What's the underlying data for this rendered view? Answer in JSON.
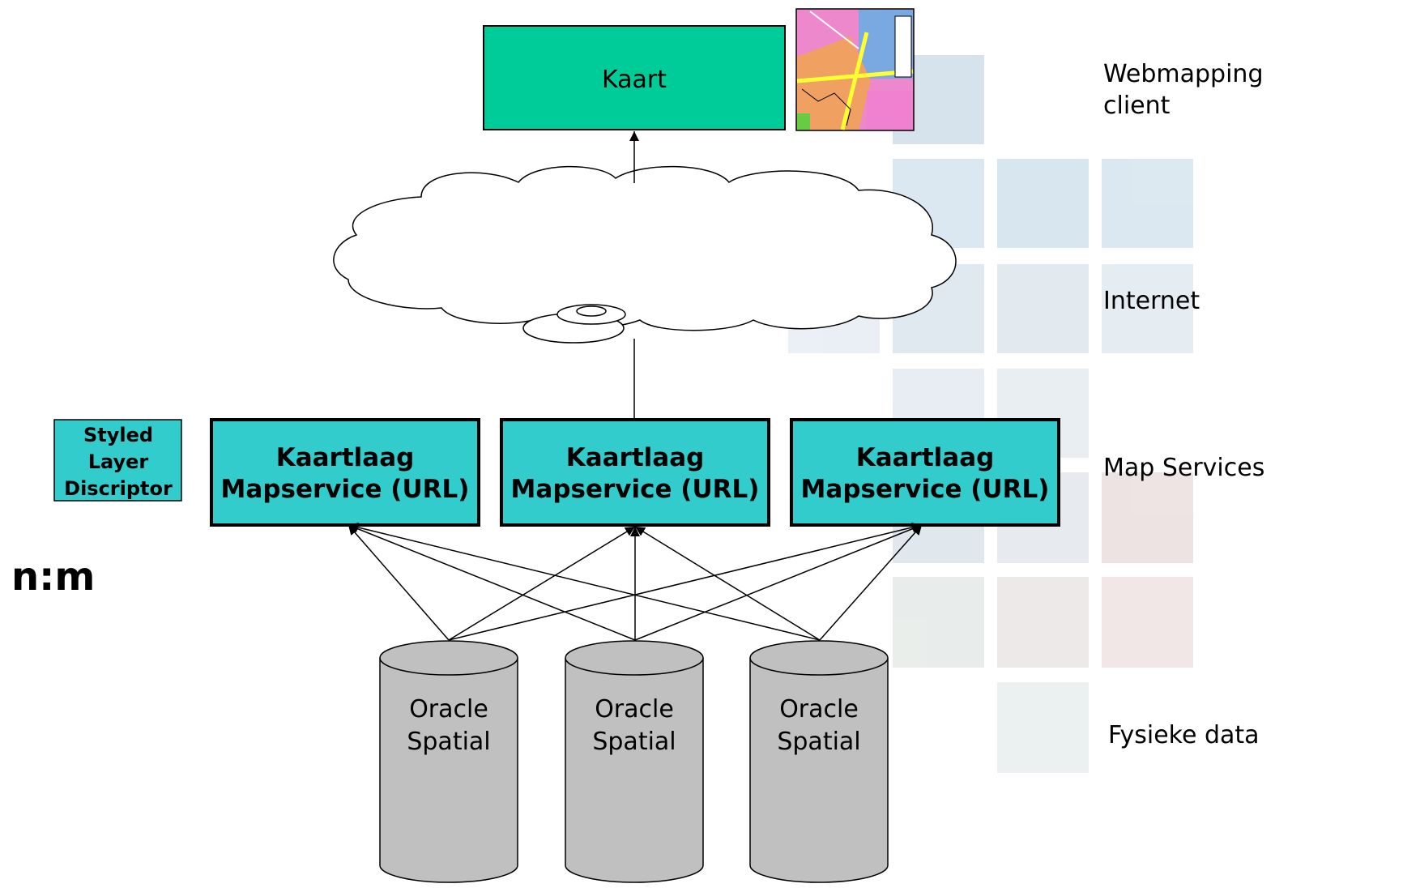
{
  "client": {
    "label": "Kaart"
  },
  "services": [
    {
      "line1": "Kaartlaag",
      "line2": "Mapservice (URL)"
    },
    {
      "line1": "Kaartlaag",
      "line2": "Mapservice (URL)"
    },
    {
      "line1": "Kaartlaag",
      "line2": "Mapservice (URL)"
    }
  ],
  "sld": {
    "line1": "Styled",
    "line2": "Layer",
    "line3": "Discriptor"
  },
  "databases": [
    {
      "line1": "Oracle",
      "line2": "Spatial"
    },
    {
      "line1": "Oracle",
      "line2": "Spatial"
    },
    {
      "line1": "Oracle",
      "line2": "Spatial"
    }
  ],
  "ratio_label": "n:m",
  "layers": {
    "client": [
      "Webmapping",
      "client"
    ],
    "internet": "Internet",
    "services": "Map Services",
    "data": "Fysieke data"
  },
  "colors": {
    "client_fill": "#00CC99",
    "service_fill": "#33CCCC",
    "db_fill": "#C0C0C0"
  }
}
